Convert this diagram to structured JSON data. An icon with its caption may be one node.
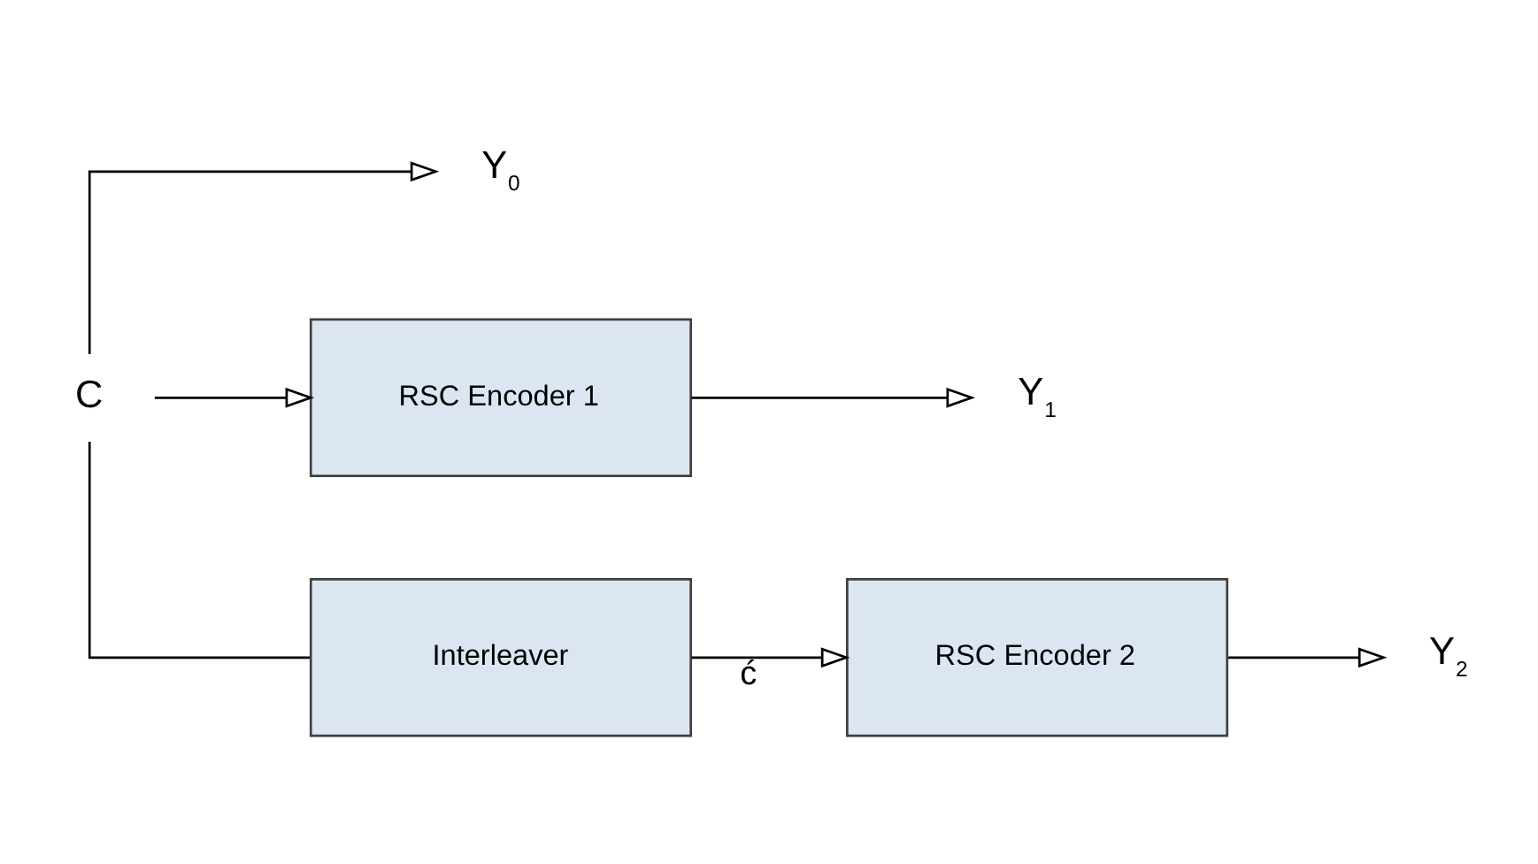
{
  "diagram": {
    "nodes": [
      {
        "text": [
          "C"
        ]
      },
      {
        "text": [
          "Y$_{0}$"
        ]
      },
      {
        "text": [
          "RSC Encoder 1"
        ]
      },
      {
        "text": [
          "Y$_{1}$"
        ]
      },
      {
        "text": [
          "Interleaver"
        ]
      },
      {
        "text": [
          "RSC Encoder 2"
        ]
      },
      {
        "text": [
          "Y$_{2}$"
        ]
      }
    ],
    "edges": [
      {
        "from": 0,
        "to": 1,
        "arrow": "to"
      },
      {
        "from": 0,
        "to": 2,
        "arrow": "to"
      },
      {
        "from": 0,
        "to": 4,
        "arrow": "none"
      },
      {
        "from": 4,
        "to": 5,
        "arrow": "to",
        "label": "ć"
      },
      {
        "from": 2,
        "to": 3,
        "arrow": "to"
      },
      {
        "from": 5,
        "to": 6,
        "arrow": "to"
      }
    ]
  }
}
